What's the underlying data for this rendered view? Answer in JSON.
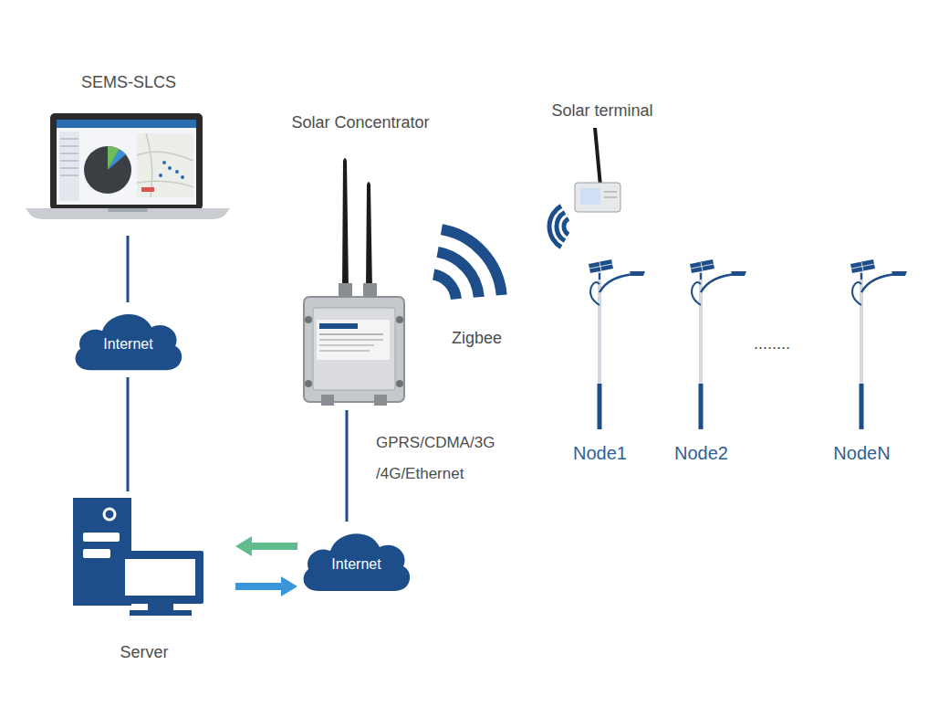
{
  "diagram": {
    "nodes": [
      {
        "text": [
          "SEMS-SLCS"
        ]
      },
      {
        "text": [
          "Solar Concentrator"
        ]
      },
      {
        "text": [
          "Solar terminal"
        ]
      },
      {
        "text": [
          "Internet"
        ]
      },
      {
        "text": [
          "Node1"
        ]
      },
      {
        "text": [
          "Node2"
        ]
      },
      {
        "text": [
          "NodeN"
        ]
      },
      {
        "text": [
          "Server"
        ]
      },
      {
        "text": [
          "Internet"
        ]
      }
    ],
    "edges": [
      {
        "from": 0,
        "to": 3,
        "arrow": "none"
      },
      {
        "from": 3,
        "to": 7,
        "arrow": "none"
      },
      {
        "from": 1,
        "to": 8,
        "label": "GPRS/CDMA/3G /4G/Ethernet",
        "arrow": "none"
      },
      {
        "from": 8,
        "to": 7,
        "arrow": "to"
      },
      {
        "from": 7,
        "to": 8,
        "arrow": "to"
      }
    ],
    "labels": [
      "Zigbee",
      "........"
    ]
  }
}
